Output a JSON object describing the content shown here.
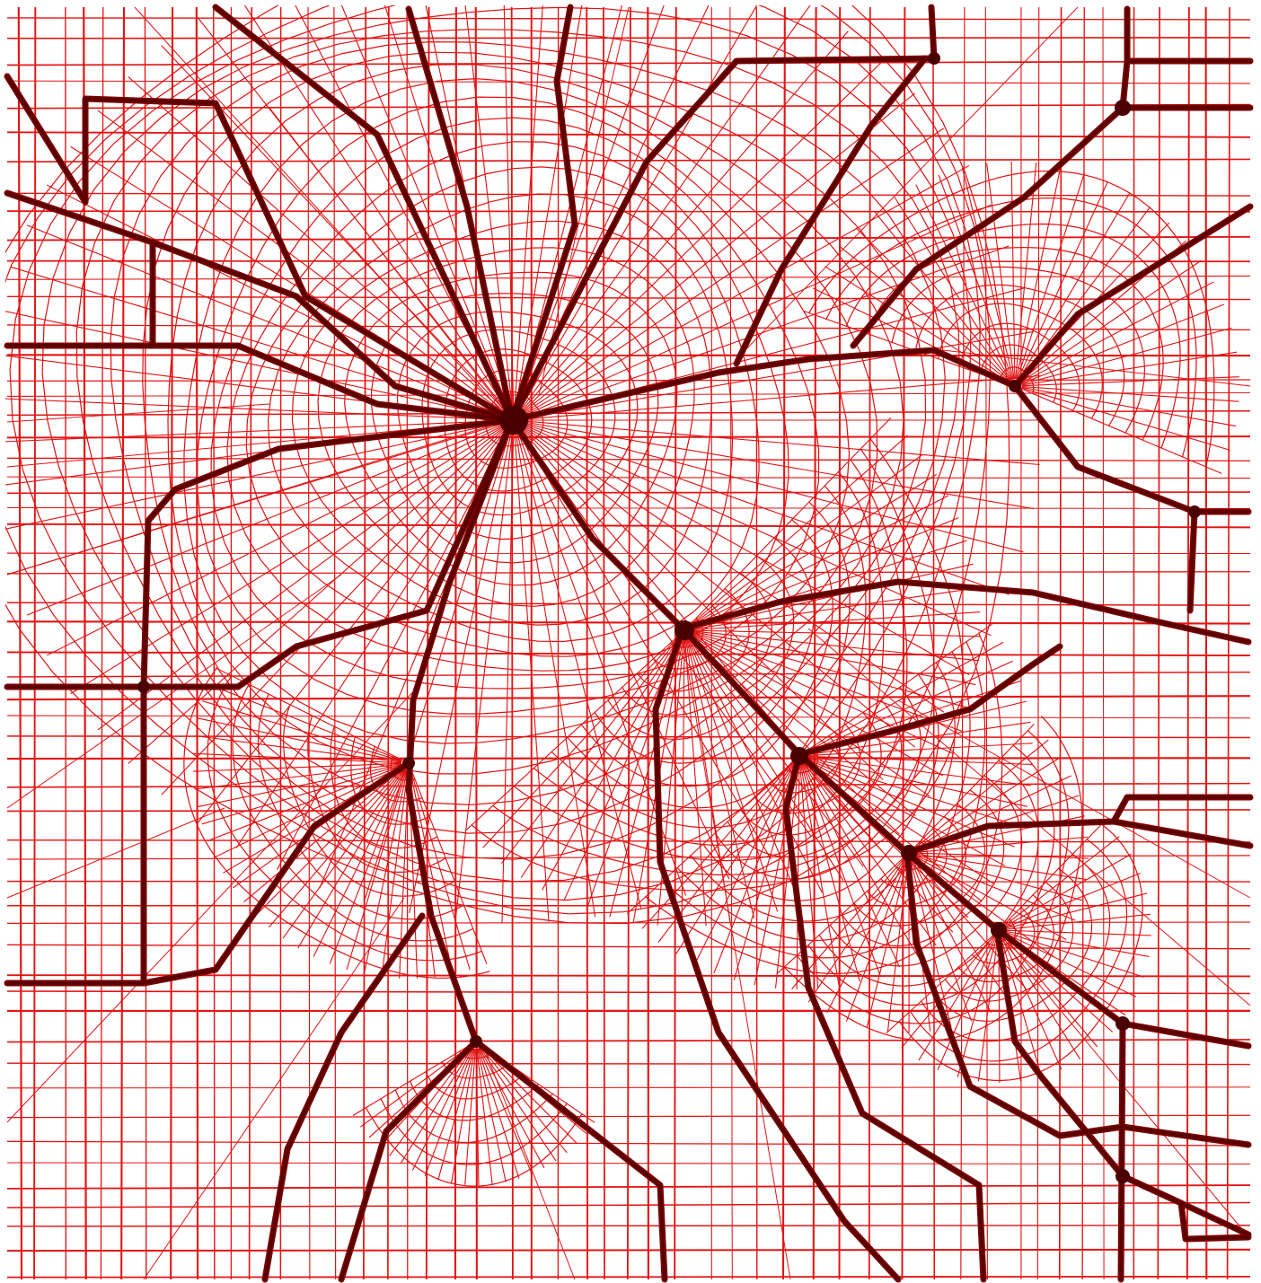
{
  "image": {
    "background_color": "#ffffff",
    "palette": {
      "grid": "#e31414",
      "web": "#e01010",
      "arterial": "#7a0000",
      "arterial_core": "#5a0000",
      "hub": "#4a0000"
    },
    "network_layers": [
      "grid-streets",
      "diagonal-streets",
      "radial-web",
      "arterial-roads",
      "junction-hubs"
    ]
  }
}
